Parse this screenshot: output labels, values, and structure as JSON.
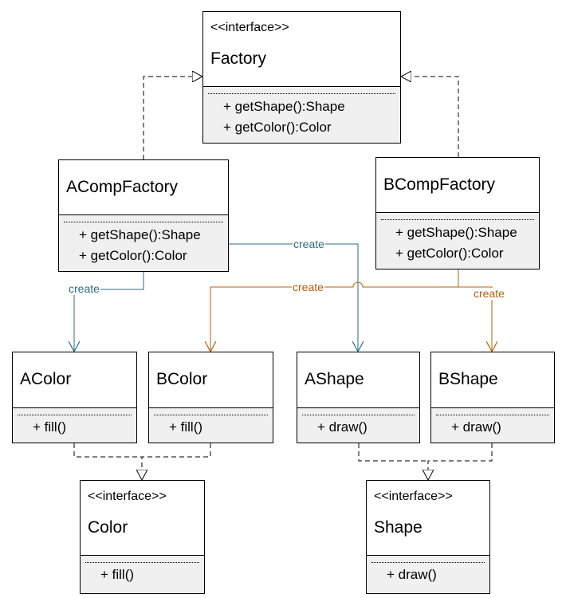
{
  "diagram": {
    "factory": {
      "stereotype": "<<interface>>",
      "name": "Factory",
      "ops": [
        "+ getShape():Shape",
        "+ getColor():Color"
      ]
    },
    "acomp": {
      "name": "ACompFactory",
      "ops": [
        "+ getShape():Shape",
        "+ getColor():Color"
      ]
    },
    "bcomp": {
      "name": "BCompFactory",
      "ops": [
        "+ getShape():Shape",
        "+ getColor():Color"
      ]
    },
    "acolor": {
      "name": "AColor",
      "ops": [
        "+ fill()"
      ]
    },
    "bcolor": {
      "name": "BColor",
      "ops": [
        "+ fill()"
      ]
    },
    "ashape": {
      "name": "AShape",
      "ops": [
        "+ draw()"
      ]
    },
    "bshape": {
      "name": "BShape",
      "ops": [
        "+ draw()"
      ]
    },
    "color": {
      "stereotype": "<<interface>>",
      "name": "Color",
      "ops": [
        "+ fill()"
      ]
    },
    "shape": {
      "stereotype": "<<interface>>",
      "name": "Shape",
      "ops": [
        "+ draw()"
      ]
    },
    "edge_labels": {
      "create": "create"
    },
    "colors": {
      "teal": "#2e6b80",
      "orange": "#b3600f",
      "ops_background": "#f0f0f0"
    }
  }
}
